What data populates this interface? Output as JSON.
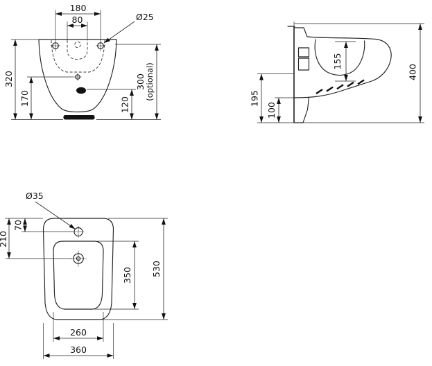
{
  "front_view": {
    "hole_spacing": "180",
    "inner_spacing": "80",
    "fixing_hole_diameter": "Ø25",
    "overall_height": "320",
    "drain_height": "170",
    "outlet_height": "120",
    "optional_height": "300",
    "optional_note": "(optional)"
  },
  "side_view": {
    "basin_depth": "155",
    "rear_height": "195",
    "bracket_height": "100",
    "overall_height": "400"
  },
  "plan_view": {
    "tap_hole_diameter": "Ø35",
    "tap_hole_offset": "70",
    "drain_offset": "210",
    "overall_depth": "530",
    "basin_length": "350",
    "basin_width": "260",
    "overall_width": "360"
  }
}
